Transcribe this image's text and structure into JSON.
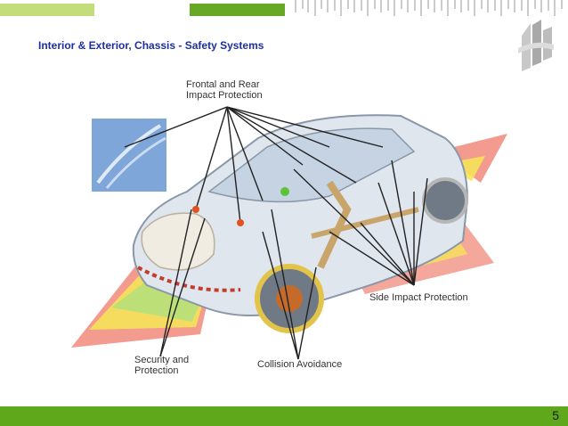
{
  "slide": {
    "title": "Interior & Exterior, Chassis - Safety Systems",
    "page_number": "5"
  },
  "figure": {
    "labels": {
      "frontal_rear": [
        "Frontal and Rear",
        "Impact Protection"
      ],
      "side_impact": "Side Impact Protection",
      "security": [
        "Security and",
        "Protection"
      ],
      "collision": "Collision Avoidance"
    }
  },
  "colors": {
    "accent_light_green": "#c3dd7a",
    "accent_green": "#67a826",
    "footer_green": "#5fa81c",
    "title_blue": "#1c2fa0"
  }
}
